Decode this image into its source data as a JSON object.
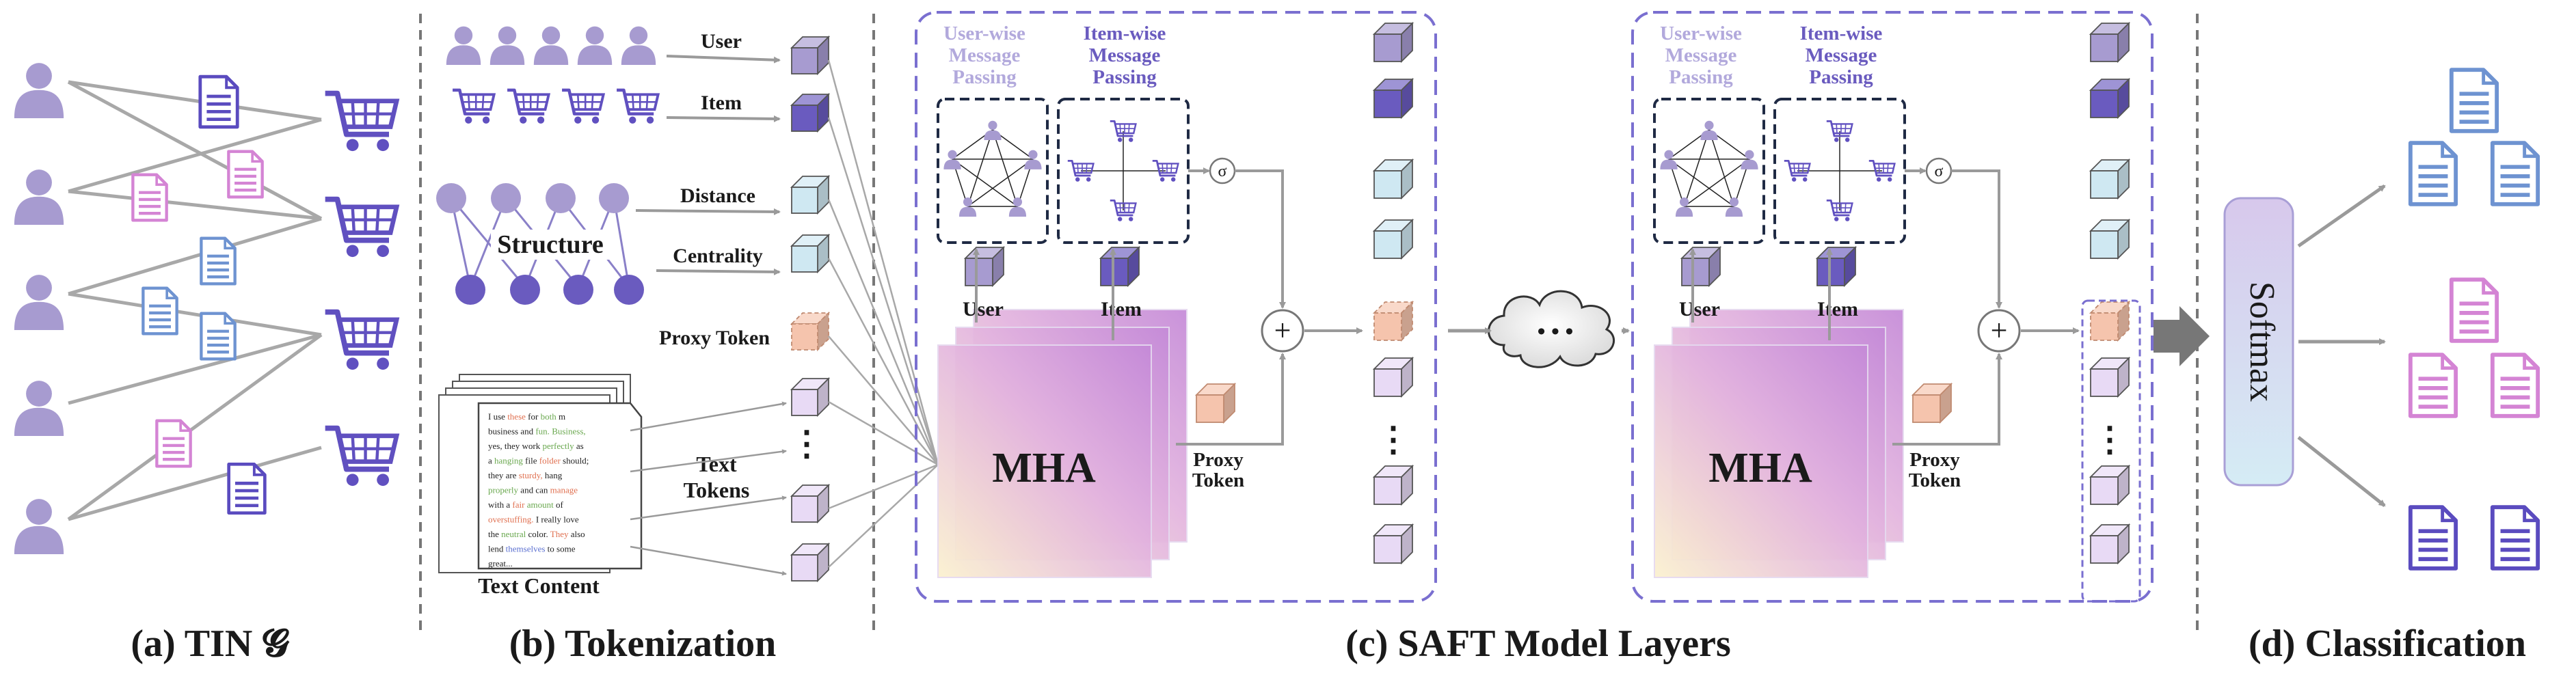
{
  "panels": {
    "a": {
      "caption": "(a) TIN 𝓖"
    },
    "b": {
      "caption": "(b) Tokenization",
      "user_label": "User",
      "item_label": "Item",
      "distance_label": "Distance",
      "centrality_label": "Centrality",
      "structure_label": "Structure",
      "proxy_token_label": "Proxy Token",
      "text_tokens_label_1": "Text",
      "text_tokens_label_2": "Tokens",
      "text_content_label": "Text Content",
      "vdots": "⋮",
      "doc_lines": [
        "I use these for both m",
        "business and fun. Business,",
        "yes, they work perfectly as",
        "a hanging file folder should;",
        "they are sturdy, hang",
        "properly and can manage",
        "with a fair amount of",
        "overstuffing. I really love",
        "the neutral color. They also",
        "lend themselves to some",
        "great..."
      ]
    },
    "c": {
      "caption": "(c) SAFT Model Layers",
      "user_wise_1": "User-wise",
      "user_wise_2": "Message",
      "user_wise_3": "Passing",
      "item_wise_1": "Item-wise",
      "item_wise_2": "Message",
      "item_wise_3": "Passing",
      "user_label": "User",
      "item_label": "Item",
      "mha_label": "MHA",
      "proxy_1": "Proxy",
      "proxy_2": "Token",
      "plus": "+",
      "sigma": "σ",
      "ellipsis": "• • •",
      "vdots": "⋮"
    },
    "d": {
      "caption": "(d) Classification",
      "softmax_label": "Softmax"
    }
  },
  "colors": {
    "user": "#a79bd0",
    "item": "#6a5bbf",
    "cart": "#6050c0",
    "doc_blue": "#6e93d1",
    "doc_pink": "#d484d4",
    "doc_purple": "#5a4bbf",
    "dash_box": "#7a6fd0",
    "distance_cube": "#cfe8f2",
    "proxy_cube": "#f5c4ad",
    "text_cube": "#e8daf5"
  }
}
